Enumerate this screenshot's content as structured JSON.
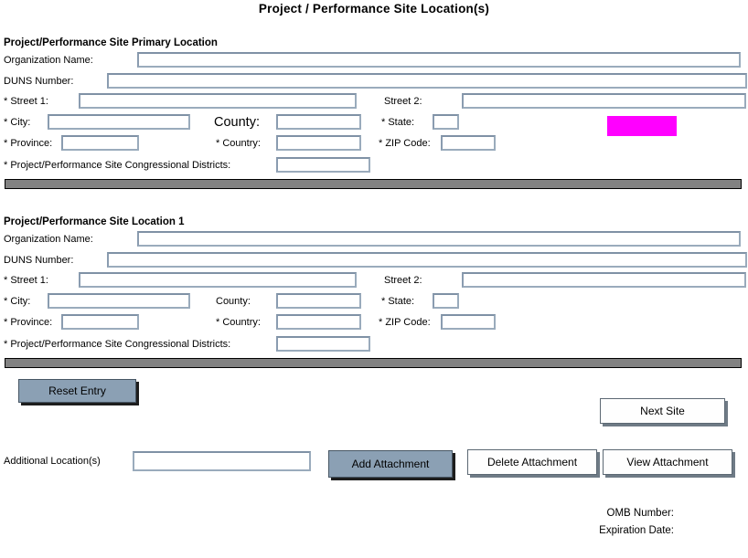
{
  "title": "Project / Performance Site Location(s)",
  "sections": [
    {
      "header": "Project/Performance Site Primary Location",
      "labels": {
        "organization": "Organization Name:",
        "duns": "DUNS Number:",
        "street1": "* Street 1:",
        "street2": "Street 2:",
        "city": "* City:",
        "county": "County:",
        "state": "* State:",
        "province": "* Province:",
        "country": "* Country:",
        "zip": "* ZIP Code:",
        "congressional": "* Project/Performance Site Congressional Districts:"
      }
    },
    {
      "header": "Project/Performance Site Location 1",
      "labels": {
        "organization": "Organization Name:",
        "duns": "DUNS Number:",
        "street1": "* Street 1:",
        "street2": "Street 2:",
        "city": "* City:",
        "county": "County:",
        "state": "* State:",
        "province": "* Province:",
        "country": "* Country:",
        "zip": "* ZIP Code:",
        "congressional": "* Project/Performance Site Congressional Districts:"
      }
    }
  ],
  "buttons": {
    "reset": "Reset Entry",
    "next_site": "Next Site",
    "add_attachment": "Add Attachment",
    "delete_attachment": "Delete Attachment",
    "view_attachment": "View Attachment"
  },
  "additional_location": {
    "label": "Additional Location(s)"
  },
  "footer": {
    "omb": "OMB Number:",
    "expiration": "Expiration Date:"
  },
  "colors": {
    "highlight_magenta": "#ff00ff",
    "button_blue": "#8ba0b4",
    "divider_gray": "#828282",
    "input_border": "#9aabbc"
  }
}
